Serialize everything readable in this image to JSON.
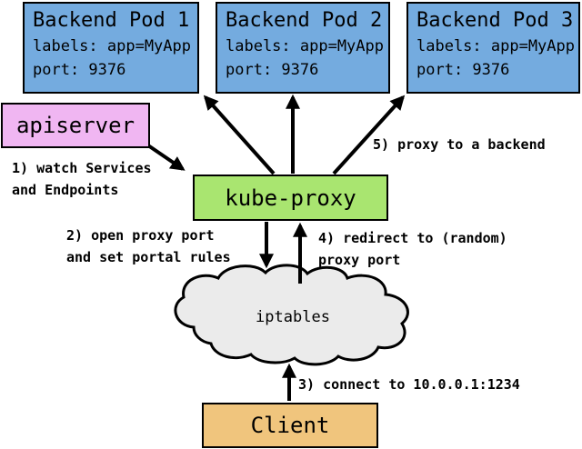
{
  "diagram": {
    "pods": [
      {
        "title": "Backend Pod 1",
        "labels_line": "labels: app=MyApp",
        "port_line": "port: 9376"
      },
      {
        "title": "Backend Pod 2",
        "labels_line": "labels: app=MyApp",
        "port_line": "port: 9376"
      },
      {
        "title": "Backend Pod 3",
        "labels_line": "labels: app=MyApp",
        "port_line": "port: 9376"
      }
    ],
    "nodes": {
      "apiserver_label": "apiserver",
      "kube_proxy_label": "kube-proxy",
      "iptables_label": "iptables",
      "client_label": "Client"
    },
    "annotations": {
      "step1_line1": "1) watch Services",
      "step1_line2": "and Endpoints",
      "step2_line1": "2) open proxy port",
      "step2_line2": "and set portal rules",
      "step3": "3) connect to 10.0.0.1:1234",
      "step4_line1": "4) redirect to (random)",
      "step4_line2": "proxy port",
      "step5": "5) proxy to a backend"
    },
    "colors": {
      "pod_fill": "#74ABDF",
      "apiserver_fill": "#F0B6F2",
      "kube_proxy_fill": "#A9E570",
      "client_fill": "#F0C57D",
      "cloud_fill": "#EBEBEB",
      "outline": "#000000"
    }
  }
}
